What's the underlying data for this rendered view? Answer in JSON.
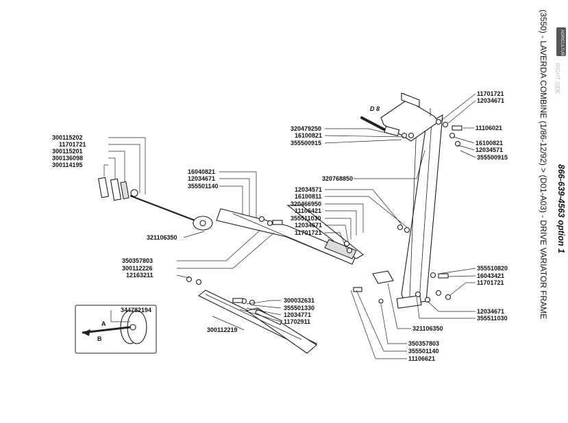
{
  "title": "(3550) - LAVERDA COMBINE (1/86-12/92) > (D01-A03) - DRIVE VARIATOR FRAME",
  "phone": "866-639-4563 option 1",
  "badge_text": "AGRICULTURE",
  "faded_text": "RIGHT SIDE",
  "section_label": "D 8",
  "inset_labels": [
    "B",
    "A"
  ],
  "callouts": {
    "c01": "300115202",
    "c02": "11701721",
    "c03": "300115201",
    "c04": "300136098",
    "c05": "300114195",
    "c06": "16040821",
    "c07": "12034671",
    "c08": "355501140",
    "c09": "321106350",
    "c10": "350357803",
    "c11": "300112226",
    "c12": "12163211",
    "c13": "344782194",
    "c14": "300032631",
    "c15": "355501330",
    "c16": "12034771",
    "c17": "11702911",
    "c18": "300112219",
    "c19": "320479250",
    "c20": "16100821",
    "c21": "355500915",
    "c22": "320768850",
    "c23": "12034571",
    "c24": "16100811",
    "c25": "320466950",
    "c26": "11106421",
    "c27": "355511030",
    "c28": "12034671",
    "c29": "11701721",
    "c30": "11701721",
    "c31": "12034671",
    "c32": "11106021",
    "c33": "16100821",
    "c34": "12034571",
    "c35": "355500915",
    "c36": "355510820",
    "c37": "16043421",
    "c38": "11701721",
    "c39": "12034671",
    "c40": "355511030",
    "c41": "321106350",
    "c42": "350357803",
    "c43": "355501140",
    "c44": "11106621"
  }
}
